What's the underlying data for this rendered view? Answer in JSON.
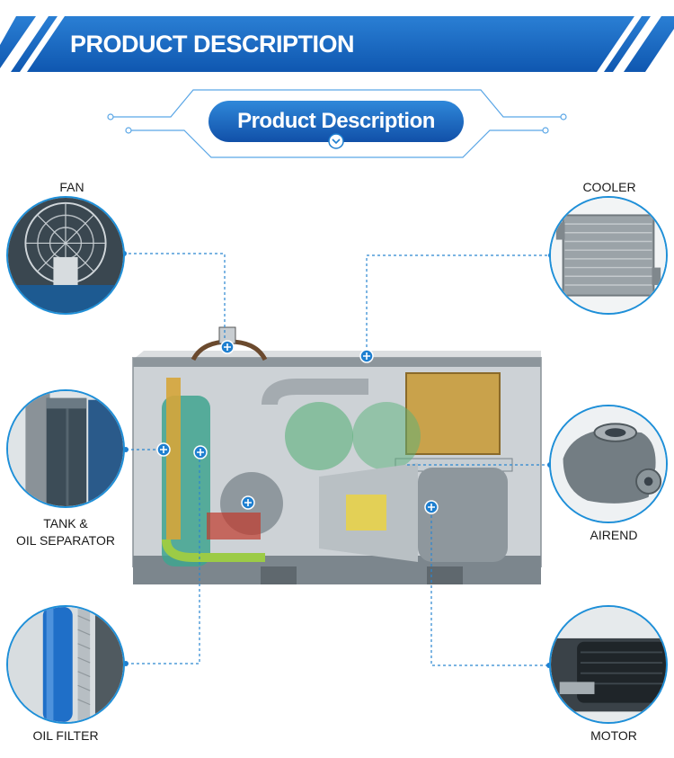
{
  "banner": {
    "title": "PRODUCT DESCRIPTION",
    "color": "#1565c0"
  },
  "subtitle": {
    "label": "Product Description",
    "color": "#1565c0"
  },
  "components": {
    "fan": {
      "label": "FAN",
      "icon": "fan-photo"
    },
    "cooler": {
      "label": "COOLER",
      "icon": "cooler-photo"
    },
    "tank": {
      "label_line1": "TANK &",
      "label_line2": "OIL SEPARATOR",
      "icon": "tank-photo"
    },
    "airend": {
      "label": "AIREND",
      "icon": "airend-photo"
    },
    "oil_filter": {
      "label": "OIL FILTER",
      "icon": "oil-filter-photo"
    },
    "motor": {
      "label": "MOTOR",
      "icon": "motor-photo"
    }
  },
  "colors": {
    "accent": "#1e8fd8",
    "marker": "#1e7fd0",
    "leader": "#2a86d0"
  }
}
